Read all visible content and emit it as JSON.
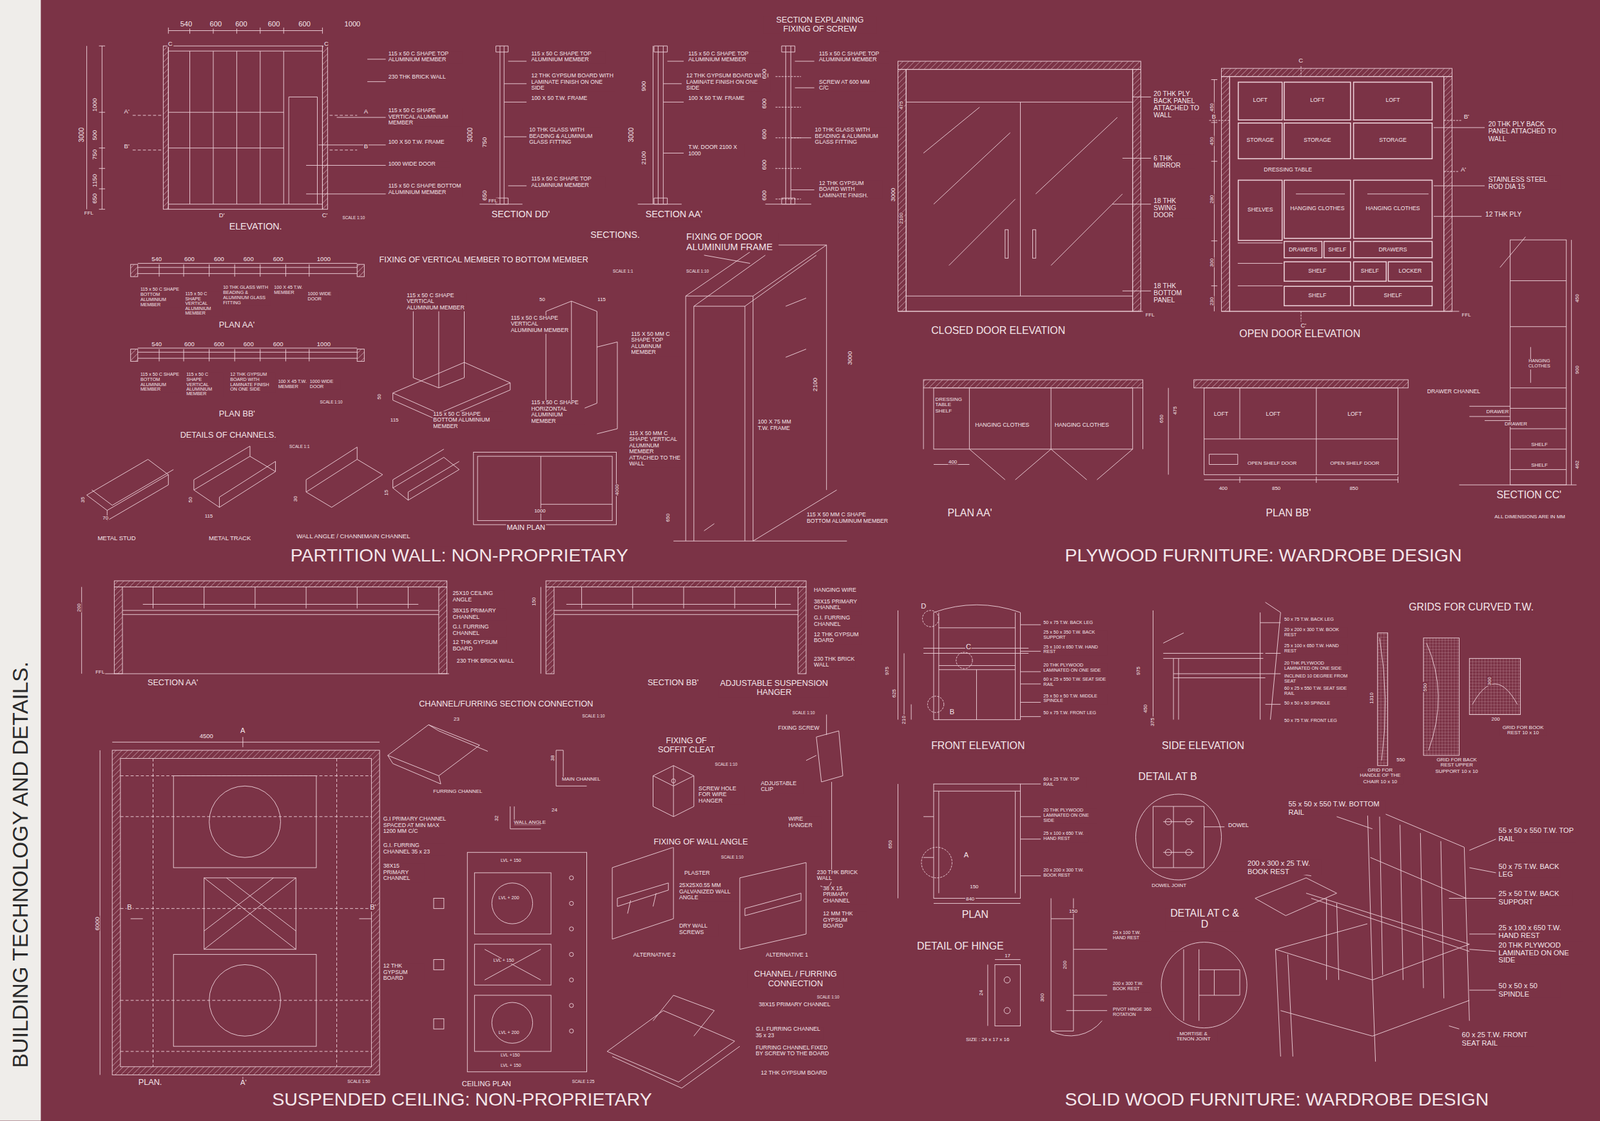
{
  "diagram": {
    "title": "BUILDING TECHNOLOGY AND DETAILS.",
    "nodes": [
      {
        "text": [
          "LOFT"
        ]
      },
      {
        "text": [
          "LOFT"
        ]
      },
      {
        "text": [
          "LOFT"
        ]
      },
      {
        "text": [
          "STORAGE"
        ]
      },
      {
        "text": [
          "STORAGE"
        ]
      },
      {
        "text": [
          "STORAGE"
        ]
      },
      {
        "text": [
          "SHELVES"
        ]
      },
      {
        "text": [
          "HANGING CLOTHES"
        ]
      },
      {
        "text": [
          "HANGING CLOTHES"
        ]
      },
      {
        "text": [
          "DRAWERS"
        ]
      },
      {
        "text": [
          "SHELF"
        ]
      },
      {
        "text": [
          "DRAWERS"
        ]
      },
      {
        "text": [
          "SHELF"
        ]
      },
      {
        "text": [
          "SHELF"
        ]
      },
      {
        "text": [
          "LOCKER"
        ]
      },
      {
        "text": [
          "SHELF"
        ]
      },
      {
        "text": [
          "SHELF"
        ]
      }
    ],
    "labels": [
      "540",
      "600",
      "600",
      "600",
      "600",
      "1000",
      "C",
      "C",
      "115 x 50 C SHAPE TOP ALUMINIUM MEMBER",
      "230 THK BRICK WALL",
      "115 x 50 C SHAPE VERTICAL ALUMINIUM MEMBER",
      "100 X 50 T.W. FRAME",
      "1000 WIDE DOOR",
      "115 x 50 C SHAPE BOTTOM ALUMINIUM MEMBER",
      "A'",
      "A",
      "B'",
      "B",
      "3000",
      "1000",
      "500",
      "750",
      "1150",
      "650",
      "FFL",
      "D'",
      "C'",
      "ELEVATION.",
      "SCALE 1:10",
      "115 x 50 C SHAPE TOP ALUMINIUM MEMBER",
      "12 THK GYPSUM BOARD WITH LAMINATE FINISH ON ONE SIDE",
      "100 X 50 T.W. FRAME",
      "10 THK GLASS WITH BEADING & ALUMINIUM GLASS FITTING",
      "115 x 50 C SHAPE TOP ALUMINIUM MEMBER",
      "3000",
      "750",
      "650",
      "FFL",
      "SECTION DD'",
      "SECTIONS.",
      "115 x 50 C SHAPE TOP ALUMINIUM MEMBER",
      "12 THK GYPSUM BOARD WITH LAMINATE FINISH ON ONE SIDE",
      "100 X 50 T.W. FRAME",
      "T.W. DOOR 2100 X 1000",
      "900",
      "3000",
      "2100",
      "SECTION AA'",
      "SECTION EXPLAINING FIXING OF SCREW",
      "115 x 50 C SHAPE TOP ALUMINIUM MEMBER",
      "SCREW AT 600 MM C/C",
      "10 THK GLASS WITH BEADING & ALUMINIUM GLASS FITTING",
      "12 THK GYPSUM BOARD WITH LAMINATE FINISH.",
      "600",
      "600",
      "600",
      "600",
      "600",
      "540",
      "600",
      "600",
      "600",
      "600",
      "1000",
      "115 x 50 C SHAPE BOTTOM ALUMINIUM MEMBER",
      "115 x 50 C SHAPE VERTICAL ALUMINIUM MEMBER",
      "10 THK GLASS WITH BEADING & ALUMINIUM GLASS FITTING",
      "100 X 45 T.W. MEMBER",
      "1000 WIDE DOOR",
      "PLAN AA'",
      "540",
      "600",
      "600",
      "600",
      "600",
      "1000",
      "115 x 50 C SHAPE BOTTOM ALUMINIUM MEMBER",
      "115 x 50 C SHAPE VERTICAL ALUMINIUM MEMBER",
      "12 THK GYPSUM BOARD WITH LAMINATE FINISH ON ONE SIDE",
      "100 X 45 T.W. MEMBER",
      "1000 WIDE DOOR",
      "PLAN BB'",
      "SCALE 1:10",
      "DETAILS OF CHANNELS.",
      "SCALE 1:1",
      "METAL STUD",
      "METAL TRACK",
      "WALL ANGLE / CHANNEL",
      "MAIN CHANNEL",
      "35",
      "70",
      "50",
      "115",
      "30",
      "15",
      "FIXING OF VERTICAL MEMBER TO BOTTOM MEMBER",
      "SCALE 1:1",
      "115 x 50 C SHAPE VERTICAL ALUMINIUM MEMBER",
      "115 x 50 C SHAPE BOTTOM ALUMINIUM MEMBER",
      "115 x 50 C SHAPE VERTICAL ALUMINIUM MEMBER",
      "115 x 50 C SHAPE HORIZONTAL ALUMINIUM MEMBER",
      "50",
      "115",
      "50",
      "115",
      "MAIN PLAN",
      "1000",
      "4000",
      "FIXING OF DOOR ALUMINIUM FRAME",
      "SCALE 1:10",
      "115 X 50 MM C SHAPE TOP ALUMINUM MEMBER",
      "115 X 50 MM C SHAPE VERTICAL ALUMINUM MEMBER ATTACHED TO THE WALL",
      "100 X 75 MM T.W. FRAME",
      "115 X 50 MM C SHAPE BOTTOM ALUMINUM MEMBER",
      "3000",
      "2100",
      "650",
      "PARTITION WALL: NON-PROPRIETARY",
      "20 THK PLY BACK PANEL ATTACHED TO WALL",
      "6 THK MIRROR",
      "18 THK SWING DOOR",
      "18 THK BOTTOM PANEL",
      "475",
      "3000",
      "2100",
      "FFL",
      "CLOSED DOOR ELEVATION",
      "DRESSING TABLE",
      "20 THK PLY BACK PANEL ATTACHED TO WALL",
      "STAINLESS STEEL ROD DIA 15",
      "12 THK PLY",
      "A'",
      "B",
      "B'",
      "C",
      "C'",
      "450",
      "450",
      "280",
      "300",
      "230",
      "FFL",
      "OPEN DOOR ELEVATION",
      "450",
      "900",
      "462",
      "HANGING CLOTHES",
      "DRAWER CHANNEL",
      "DRAWER",
      "DRAWER",
      "SHELF",
      "SHELF",
      "SECTION CC'",
      "ALL DIMENSIONS ARE IN MM",
      "DRESSING TABLE SHELF",
      "HANGING CLOTHES",
      "HANGING CLOTHES",
      "400",
      "PLAN AA'",
      "LOFT",
      "LOFT",
      "LOFT",
      "OPEN SHELF DOOR",
      "OPEN SHELF DOOR",
      "400",
      "850",
      "850",
      "650",
      "475",
      "PLAN BB'",
      "PLYWOOD FURNITURE: WARDROBE DESIGN",
      "200",
      "FFL",
      "25X10 CEILING ANGLE",
      "38X15 PRIMARY CHANNEL",
      "G.I. FURRING CHANNEL",
      "12 THK GYPSUM BOARD",
      "230 THK BRICK WALL",
      "SECTION AA'",
      "150",
      "HANGING WIRE",
      "38X15 PRIMARY CHANNEL",
      "G.I. FURRING CHANNEL",
      "12 THK GYPSUM BOARD",
      "230 THK BRICK WALL",
      "SECTION BB'",
      "CHANNEL/FURRING SECTION CONNECTION",
      "SCALE 1:10",
      "23",
      "FURRING CHANNEL",
      "38",
      "MAIN CHANNEL",
      "32",
      "24",
      "WALL ANGLE",
      "ADJUSTABLE SUSPENSION HANGER",
      "SCALE 1:10",
      "FIXING SCREW",
      "ADJUSTABLE CLIP",
      "WIRE HANGER",
      "FIXING OF SOFFIT CLEAT",
      "SCALE 1:10",
      "SCREW HOLE FOR WIRE HANGER",
      "FIXING OF WALL ANGLE",
      "SCALE 1:10",
      "PLASTER",
      "25X25X0.55 MM GALVANIZED WALL ANGLE",
      "DRY WALL SCREWS",
      "ALTERNATIVE 2",
      "ALTERNATIVE 1",
      "230 THK BRICK WALL",
      "38 X 15 PRIMARY CHANNEL",
      "12 MM THK GYPSUM BOARD",
      "CHANNEL / FURRING CONNECTION",
      "SCALE 1:10",
      "38X15 PRIMARY CHANNEL",
      "G.I. FURRING CHANNEL 35 x 23",
      "FURRING CHANNEL FIXED BY SCREW TO THE BOARD",
      "12 THK GYPSUM BOARD",
      "4500",
      "A",
      "A'",
      "B",
      "B'",
      "6000",
      "G.I PRIMARY CHANNEL SPACED AT MIN MAX 1200 MM C/C",
      "G.I. FURRING CHANNEL 35 x 23",
      "38X15 PRIMARY CHANNEL",
      "12 THK GYPSUM BOARD",
      "PLAN.",
      "SCALE 1:50",
      "LVL + 150",
      "LVL + 200",
      "LVL + 150",
      "LVL + 200",
      "LVL +150",
      "LVL + 150",
      "CEILING PLAN",
      "SCALE 1:25",
      "SUSPENDED CEILING: NON-PROPRIETARY",
      "D",
      "C",
      "B",
      "50 x 75 T.W. BACK LEG",
      "25 x 50 x 350 T.W. BACK SUPPORT",
      "25 x 100 x 650 T.W. HAND REST",
      "20 THK PLYWOOD LAMINATED ON ONE SIDE",
      "60 x 25 x 550 T.W. SEAT SIDE RAIL",
      "25 x 50 x 50 T.W. MIDDLE SPINDLE",
      "50 x 75 T.W. FRONT LEG",
      "975",
      "625",
      "210",
      "FRONT ELEVATION",
      "50 x 75 T.W. BACK LEG",
      "20 x 200 x 300 T.W. BOOK REST",
      "25 x 100 x 650 T.W. HAND REST",
      "20 THK PLYWOOD LAMINATED ON ONE SIDE",
      "INCLINED 10 DEGREE FROM SEAT",
      "60 x 25 x 550 T.W. SEAT SIDE RAIL",
      "50 x 50 x 50 SPINDLE",
      "50 x 75 T.W. FRONT LEG",
      "975",
      "450",
      "375",
      "SIDE ELEVATION",
      "GRIDS FOR CURVED T.W.",
      "1310",
      "550",
      "300",
      "200",
      "GRID FOR BOOK REST 10 x 10",
      "550",
      "GRID FOR HANDLE OF THE CHAIR 10 x 10",
      "GRID FOR BACK REST UPPER SUPPORT 10 x 10",
      "60 x 25 T.W. TOP RAIL",
      "20 THK PLYWOOD LAMINATED ON ONE SIDE",
      "25 x 100 x 650 T.W. HAND REST",
      "20 x 200 x 300 T.W. BOOK REST",
      "A",
      "150",
      "840",
      "650",
      "PLAN",
      "DETAIL AT B",
      "DOWEL",
      "DOWEL JOINT",
      "DETAIL OF HINGE",
      "17",
      "24",
      "SIZE : 24 x 17 x 16",
      "150",
      "200",
      "300",
      "25 x 100 T.W. HAND REST",
      "200 x 300 T.W. BOOK REST",
      "PIVOT HINGE 360 ROTATION",
      "DETAIL AT C & D",
      "MORTISE & TENON JOINT",
      "55 x 50 x 550 T.W. BOTTOM RAIL",
      "200 x 300 x 25 T.W. BOOK REST",
      "55 x 50 x 550 T.W. TOP RAIL",
      "50 x 75 T.W. BACK LEG",
      "25 x 50 T.W. BACK SUPPORT",
      "25 x 100 x 650 T.W. HAND REST",
      "20 THK PLYWOOD LAMINATED ON ONE SIDE",
      "50 x 50 x 50 SPINDLE",
      "60 x 25 T.W. FRONT SEAT RAIL",
      "SOLID WOOD FURNITURE: WARDROBE DESIGN"
    ]
  }
}
